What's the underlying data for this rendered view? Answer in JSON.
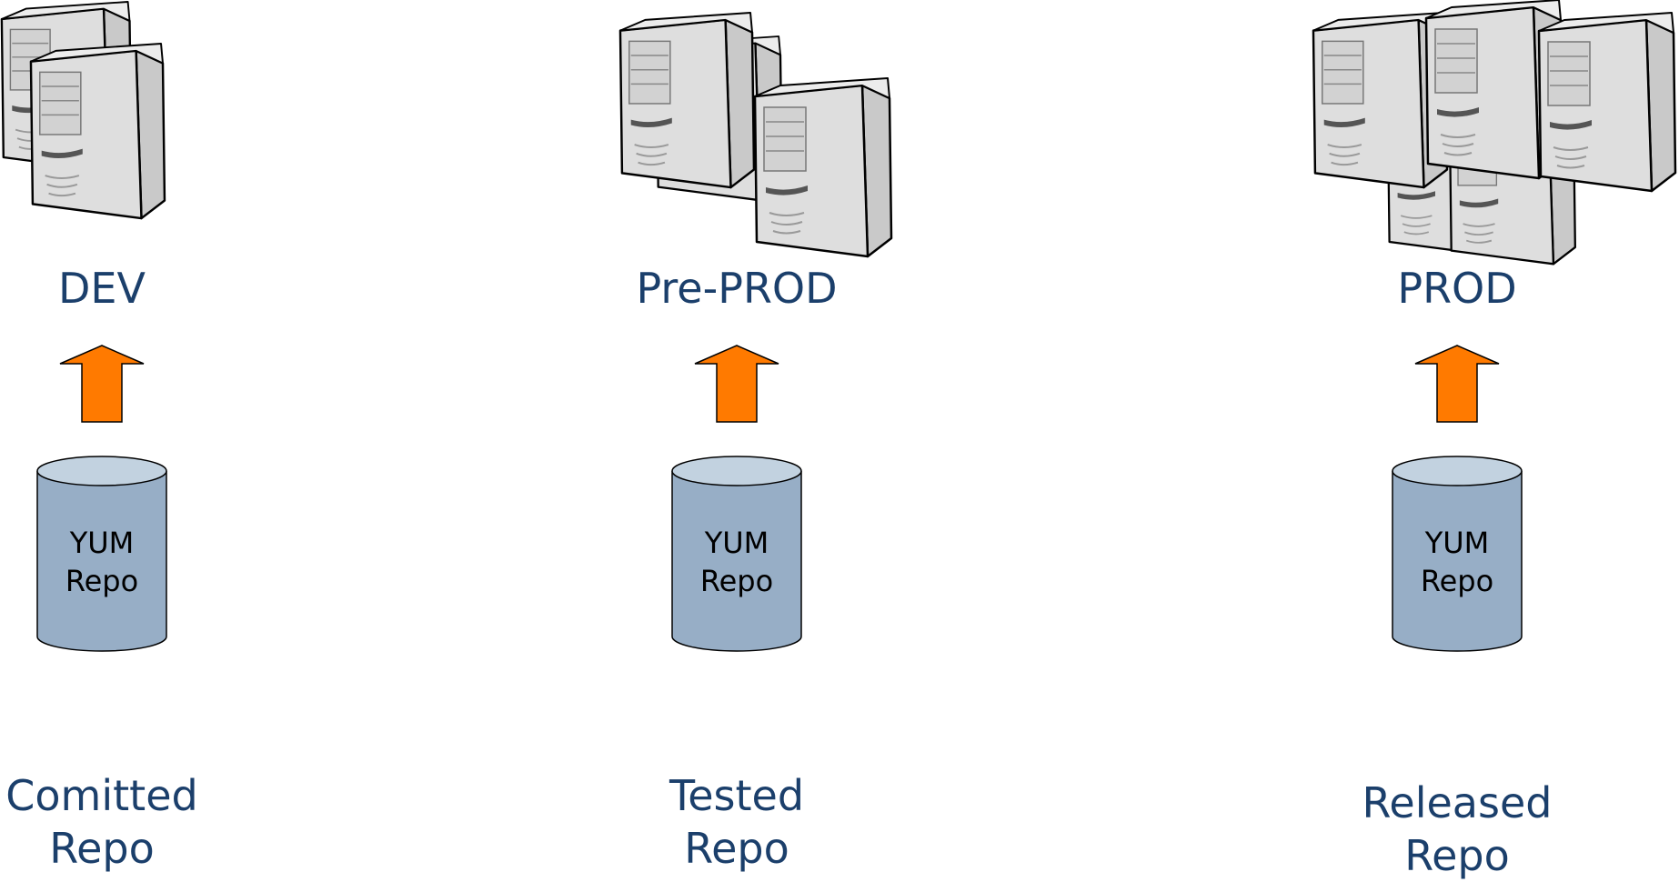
{
  "colors": {
    "label": "#1b3f6b",
    "arrow": "#ff7a00",
    "cylinder_body": "#97aec6",
    "cylinder_top": "#c2d2e0",
    "server_face": "#e1e1e1",
    "server_side": "#c8c8c8"
  },
  "stages": [
    {
      "environment": "DEV",
      "icon": "server-stack-icon",
      "repo": {
        "line1": "YUM",
        "line2": "Repo"
      },
      "repo_label": {
        "line1": "Comitted",
        "line2": "Repo"
      }
    },
    {
      "environment": "Pre-PROD",
      "icon": "server-stack-icon",
      "repo": {
        "line1": "YUM",
        "line2": "Repo"
      },
      "repo_label": {
        "line1": "Tested",
        "line2": "Repo"
      }
    },
    {
      "environment": "PROD",
      "icon": "server-stack-icon",
      "repo": {
        "line1": "YUM",
        "line2": "Repo"
      },
      "repo_label": {
        "line1": "Released",
        "line2": "Repo"
      }
    }
  ]
}
